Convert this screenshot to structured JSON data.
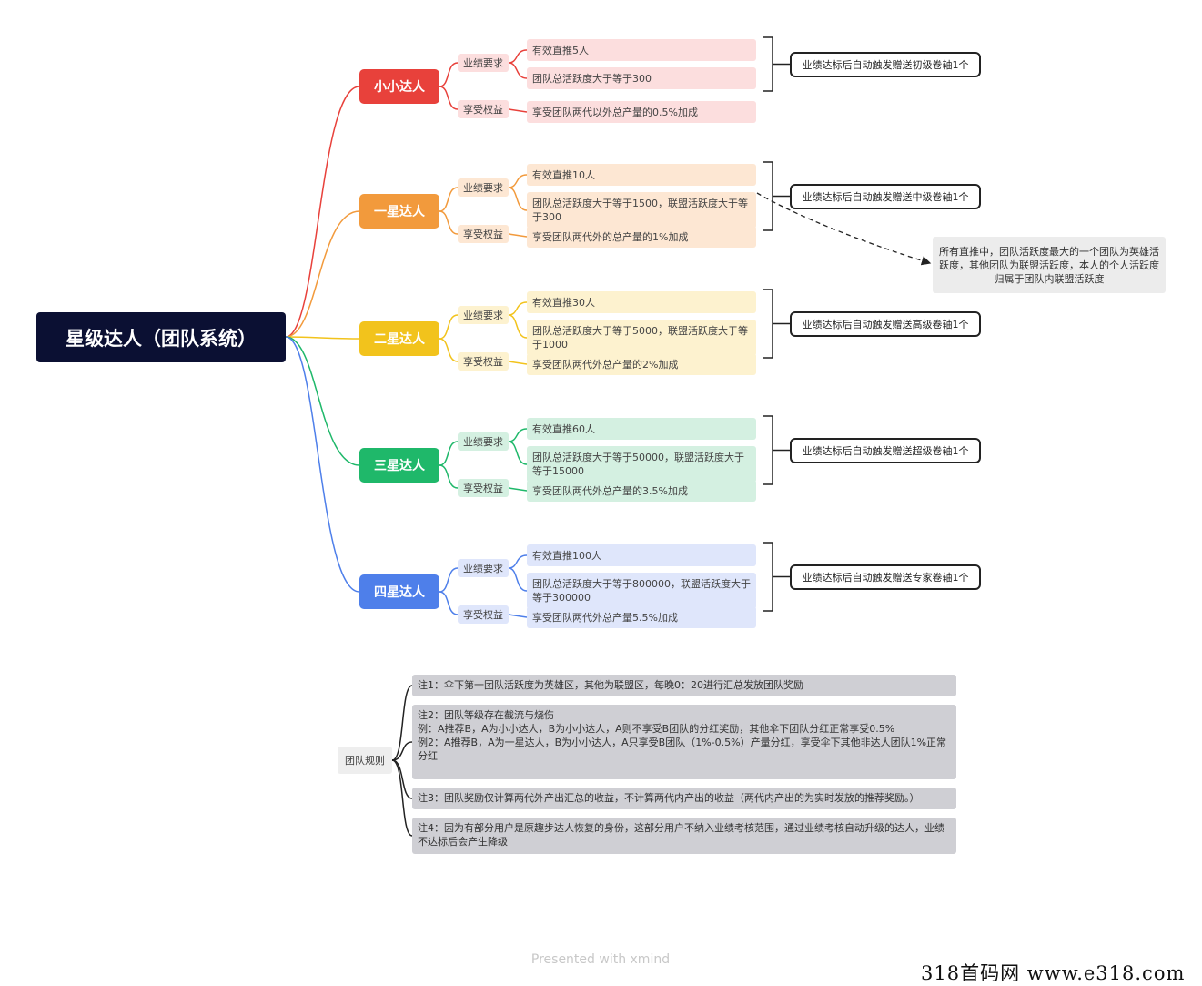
{
  "root": "星级达人（团队系统）",
  "levels": [
    {
      "name": "小小达人",
      "color": "#e8413b",
      "light": "#fcdede",
      "req_label": "业绩要求",
      "benefit_label": "享受权益",
      "req1": "有效直推5人",
      "req2": "团队总活跃度大于等于300",
      "benefit": "享受团队两代以外总产量的0.5%加成",
      "reward": "业绩达标后自动触发赠送初级卷轴1个"
    },
    {
      "name": "一星达人",
      "color": "#f29a3c",
      "light": "#fde7d3",
      "req_label": "业绩要求",
      "benefit_label": "享受权益",
      "req1": "有效直推10人",
      "req2": "团队总活跃度大于等于1500，联盟活跃度大于等于300",
      "benefit": "享受团队两代外的总产量的1%加成",
      "reward": "业绩达标后自动触发赠送中级卷轴1个"
    },
    {
      "name": "二星达人",
      "color": "#f2c31c",
      "light": "#fdf2cf",
      "req_label": "业绩要求",
      "benefit_label": "享受权益",
      "req1": "有效直推30人",
      "req2": "团队总活跃度大于等于5000，联盟活跃度大于等于1000",
      "benefit": "享受团队两代外总产量的2%加成",
      "reward": "业绩达标后自动触发赠送高级卷轴1个"
    },
    {
      "name": "三星达人",
      "color": "#1fb86a",
      "light": "#d4f0e1",
      "req_label": "业绩要求",
      "benefit_label": "享受权益",
      "req1": "有效直推60人",
      "req2": "团队总活跃度大于等于50000，联盟活跃度大于等于15000",
      "benefit": "享受团队两代外总产量的3.5%加成",
      "reward": "业绩达标后自动触发赠送超级卷轴1个"
    },
    {
      "name": "四星达人",
      "color": "#4e7fea",
      "light": "#dfe6fb",
      "req_label": "业绩要求",
      "benefit_label": "享受权益",
      "req1": "有效直推100人",
      "req2": "团队总活跃度大于等于800000，联盟活跃度大于等于300000",
      "benefit": "享受团队两代外总产量5.5%加成",
      "reward": "业绩达标后自动触发赠送专家卷轴1个"
    }
  ],
  "callout": "所有直推中，团队活跃度最大的一个团队为英雄活跃度，其他团队为联盟活跃度，本人的个人活跃度归属于团队内联盟活跃度",
  "rules_label": "团队规则",
  "notes": [
    "注1：伞下第一团队活跃度为英雄区，其他为联盟区，每晚0：20进行汇总发放团队奖励",
    "注2：团队等级存在截流与烧伤\n例：A推荐B，A为小小达人，B为小小达人，A则不享受B团队的分红奖励，其他伞下团队分红正常享受0.5%\n例2：A推荐B，A为一星达人，B为小小达人，A只享受B团队（1%-0.5%）产量分红，享受伞下其他非达人团队1%正常分红",
    "注3：团队奖励仅计算两代外产出汇总的收益，不计算两代内产出的收益（两代内产出的为实时发放的推荐奖励。）",
    "注4：因为有部分用户是原趣步达人恢复的身份，这部分用户不纳入业绩考核范围，通过业绩考核自动升级的达人，业绩不达标后会产生降级"
  ],
  "watermark": "Presented with xmind",
  "site": "318首码网  www.e318.com"
}
